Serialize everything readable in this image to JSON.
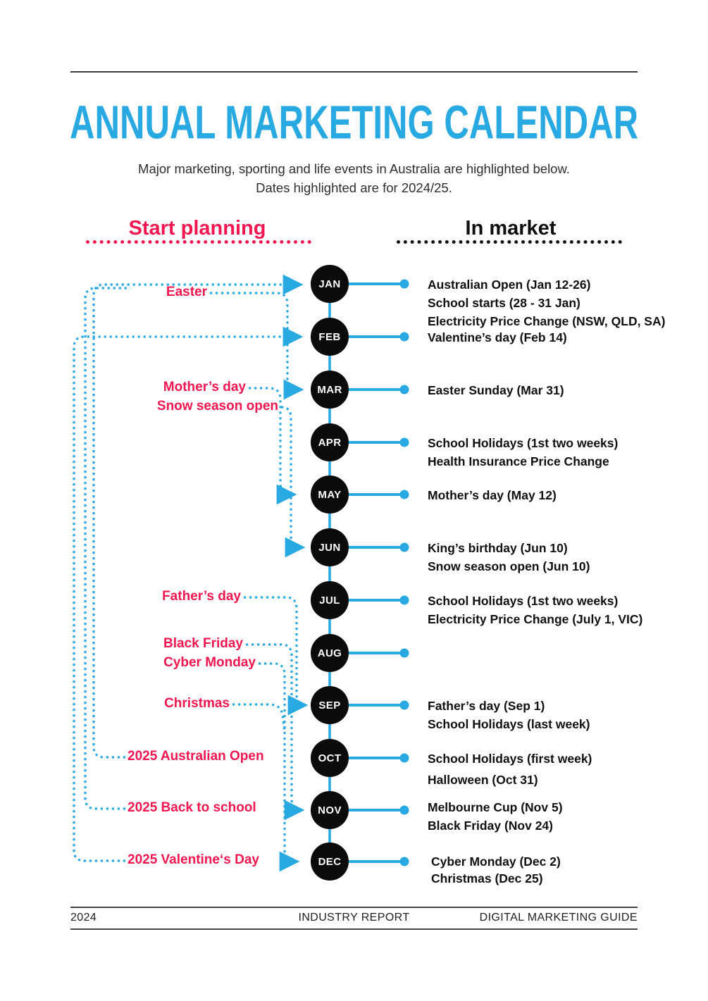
{
  "header": {
    "title": "ANNUAL MARKETING CALENDAR",
    "subtitle_line1": "Major marketing, sporting and life events in Australia are highlighted below.",
    "subtitle_line2": "Dates highlighted are for 2024/25."
  },
  "columns": {
    "start_planning": "Start planning",
    "in_market": "In market"
  },
  "timeline": {
    "months": [
      {
        "abbr": "JAN",
        "events": [
          "Australian Open (Jan 12-26)",
          "School starts (28 - 31 Jan)",
          "Electricity Price Change (NSW, QLD, SA)"
        ]
      },
      {
        "abbr": "FEB",
        "events": [
          "Valentine’s day (Feb 14)"
        ]
      },
      {
        "abbr": "MAR",
        "events": [
          "Easter Sunday (Mar 31)"
        ]
      },
      {
        "abbr": "APR",
        "events": [
          "School Holidays (1st two weeks)",
          "Health Insurance Price Change"
        ]
      },
      {
        "abbr": "MAY",
        "events": [
          "Mother’s day (May 12)"
        ]
      },
      {
        "abbr": "JUN",
        "events": [
          "King’s birthday (Jun 10)",
          "Snow season open (Jun 10)"
        ]
      },
      {
        "abbr": "JUL",
        "events": [
          "School Holidays (1st two weeks)",
          "Electricity Price Change (July 1, VIC)"
        ]
      },
      {
        "abbr": "AUG",
        "events": []
      },
      {
        "abbr": "SEP",
        "events": [
          "Father’s day (Sep 1)",
          "School Holidays (last week)"
        ]
      },
      {
        "abbr": "OCT",
        "events": [
          "School Holidays (first week)",
          "Halloween  (Oct 31)"
        ]
      },
      {
        "abbr": "NOV",
        "events": [
          "Melbourne Cup (Nov 5)",
          "Black Friday (Nov 24)"
        ]
      },
      {
        "abbr": "DEC",
        "events": [
          "Cyber Monday (Dec 2)",
          "Christmas (Dec 25)"
        ]
      }
    ],
    "planning": [
      {
        "label": "Easter",
        "target": "MAR"
      },
      {
        "label": "Mother’s day",
        "target": "MAY"
      },
      {
        "label": "Snow season open",
        "target": "JUN"
      },
      {
        "label": "Father’s day",
        "target": "SEP"
      },
      {
        "label": "Black Friday",
        "target": "NOV"
      },
      {
        "label": "Cyber Monday",
        "target": "DEC"
      },
      {
        "label": "Christmas",
        "target": "DEC"
      },
      {
        "label": "2025 Australian Open",
        "target": "JAN"
      },
      {
        "label": "2025 Back to school",
        "target": "JAN"
      },
      {
        "label": "2025 Valentine‘s Day",
        "target": "FEB"
      }
    ]
  },
  "footer": {
    "year": "2024",
    "center": "INDUSTRY REPORT",
    "right": "DIGITAL MARKETING GUIDE"
  },
  "colors": {
    "accent_blue": "#29a9e1",
    "accent_pink": "#f2164f",
    "circle_black": "#0b0b0b"
  }
}
